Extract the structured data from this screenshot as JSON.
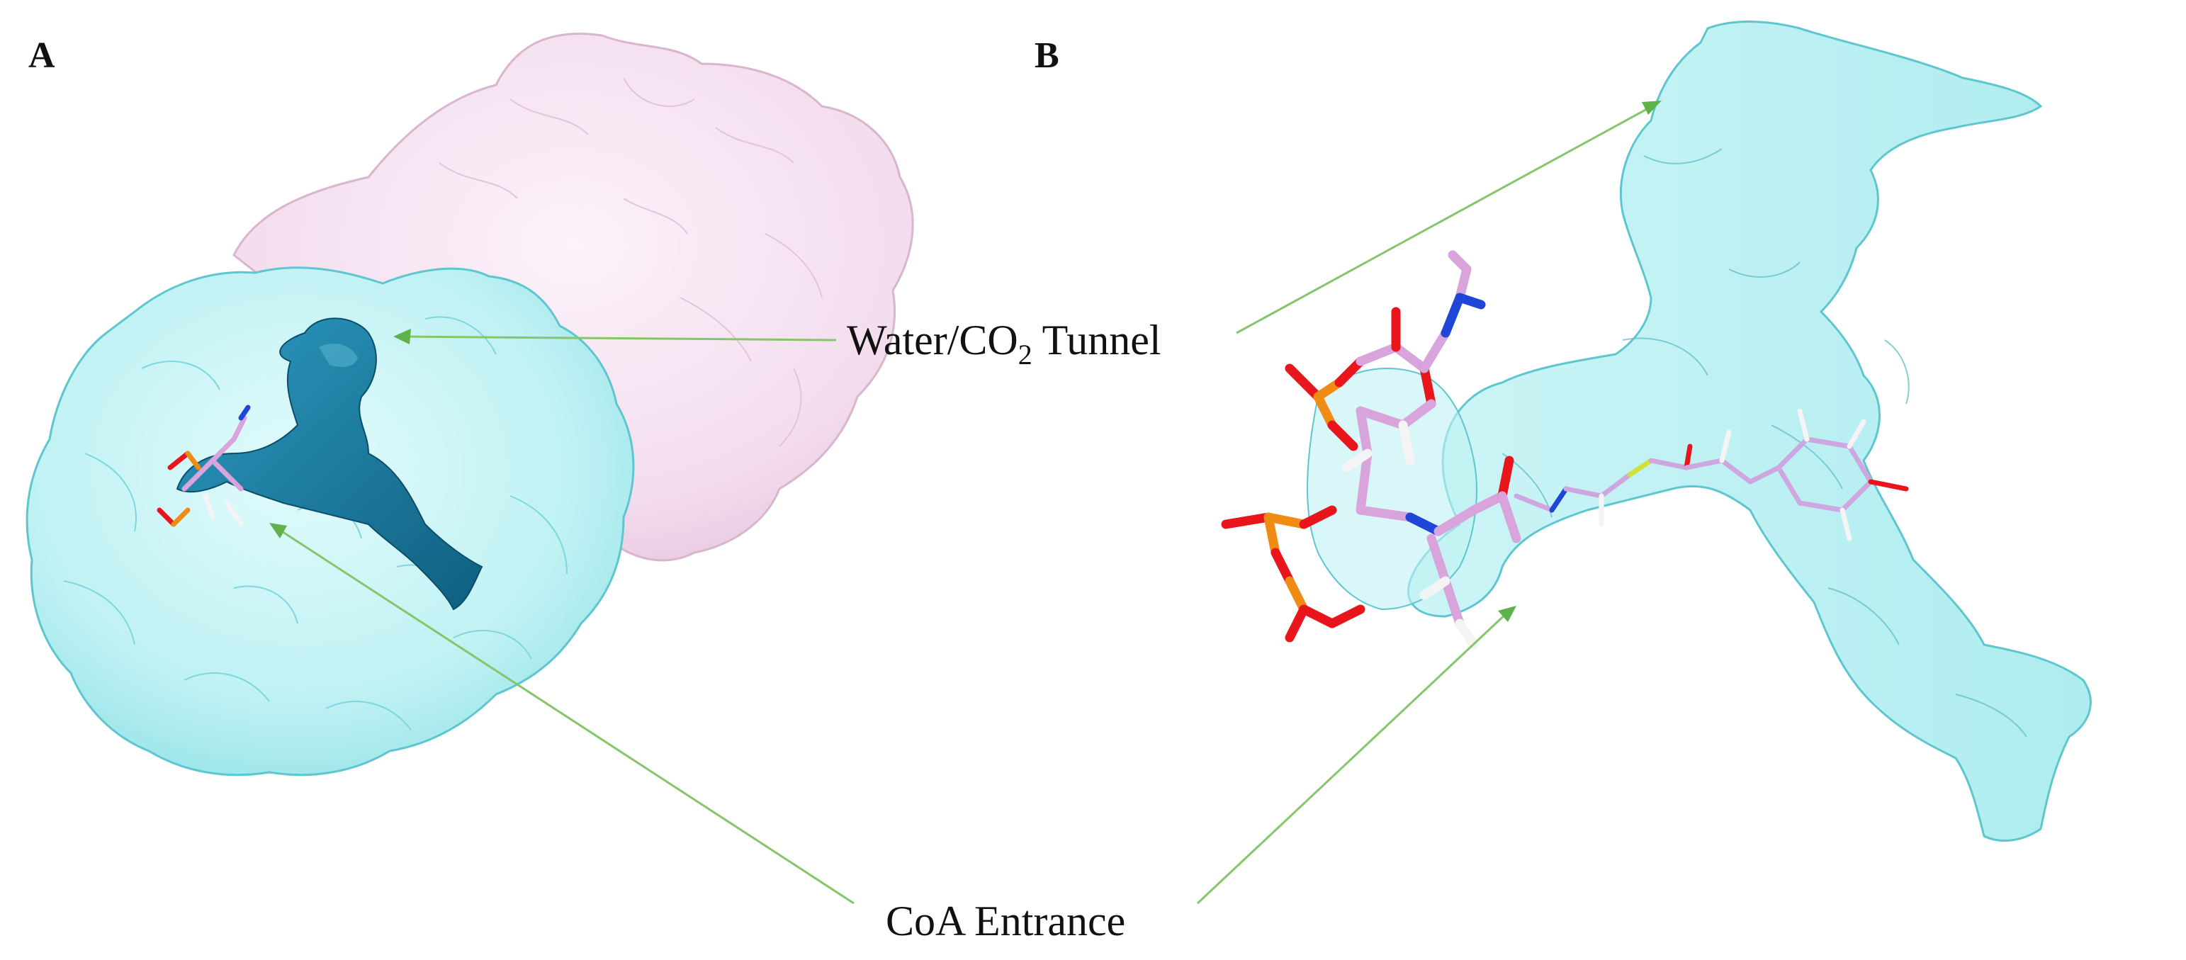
{
  "panels": [
    {
      "letter": "A"
    },
    {
      "letter": "B"
    }
  ],
  "callouts": {
    "tunnel": {
      "prefix": "Water/CO",
      "subscript": "2",
      "suffix": " Tunnel"
    },
    "entrance": {
      "label": "CoA Entrance"
    }
  },
  "colors": {
    "protein_subunit_1": "#bff1f3",
    "protein_subunit_2": "#f6e1f1",
    "tunnel_surface": "#1a7ca0",
    "tunnel_mesh": "#a9ecef",
    "leader_line": "#86c66a",
    "carbon": "#d9a3db",
    "oxygen": "#e8161c",
    "phosphorus": "#f08c14",
    "nitrogen": "#1f46d6",
    "sulfur": "#cfe23a",
    "hydrogen": "#f4f4f4"
  }
}
